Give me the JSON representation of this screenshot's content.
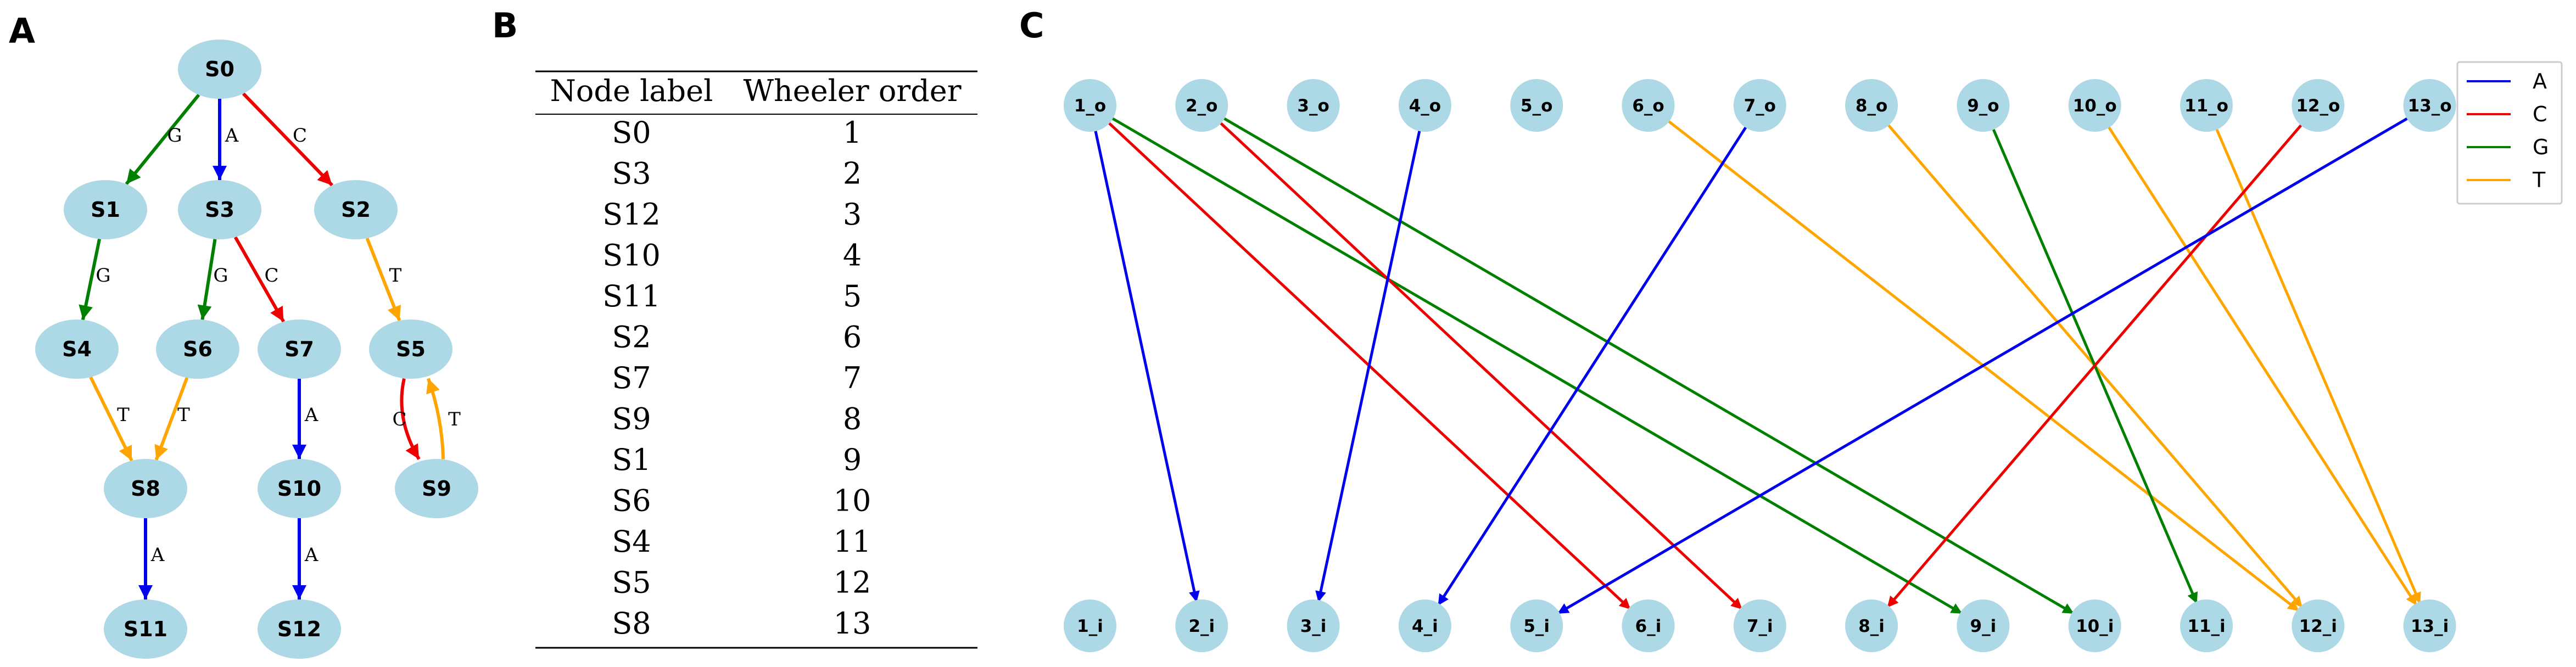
{
  "panels": {
    "a": "A",
    "b": "B",
    "c": "C"
  },
  "colors": {
    "A": "#0000ee",
    "C": "#ee0000",
    "G": "#008000",
    "T": "#ffa500",
    "node_fill": "#add8e6"
  },
  "tree": {
    "nodes": [
      "S0",
      "S1",
      "S3",
      "S2",
      "S4",
      "S6",
      "S7",
      "S5",
      "S8",
      "S10",
      "S9",
      "S11",
      "S12"
    ],
    "edges": [
      {
        "from": "S0",
        "to": "S1",
        "label": "G"
      },
      {
        "from": "S0",
        "to": "S3",
        "label": "A"
      },
      {
        "from": "S0",
        "to": "S2",
        "label": "C"
      },
      {
        "from": "S1",
        "to": "S4",
        "label": "G"
      },
      {
        "from": "S3",
        "to": "S6",
        "label": "G"
      },
      {
        "from": "S3",
        "to": "S7",
        "label": "C"
      },
      {
        "from": "S2",
        "to": "S5",
        "label": "T"
      },
      {
        "from": "S4",
        "to": "S8",
        "label": "T"
      },
      {
        "from": "S6",
        "to": "S8",
        "label": "T"
      },
      {
        "from": "S7",
        "to": "S10",
        "label": "A"
      },
      {
        "from": "S5",
        "to": "S9",
        "label": "C"
      },
      {
        "from": "S9",
        "to": "S5",
        "label": "T"
      },
      {
        "from": "S8",
        "to": "S11",
        "label": "A"
      },
      {
        "from": "S10",
        "to": "S12",
        "label": "A"
      }
    ]
  },
  "table": {
    "headers": [
      "Node label",
      "Wheeler order"
    ],
    "rows": [
      [
        "S0",
        "1"
      ],
      [
        "S3",
        "2"
      ],
      [
        "S12",
        "3"
      ],
      [
        "S10",
        "4"
      ],
      [
        "S11",
        "5"
      ],
      [
        "S2",
        "6"
      ],
      [
        "S7",
        "7"
      ],
      [
        "S9",
        "8"
      ],
      [
        "S1",
        "9"
      ],
      [
        "S6",
        "10"
      ],
      [
        "S4",
        "11"
      ],
      [
        "S5",
        "12"
      ],
      [
        "S8",
        "13"
      ]
    ]
  },
  "bipartite": {
    "top_nodes": [
      "1_o",
      "2_o",
      "3_o",
      "4_o",
      "5_o",
      "6_o",
      "7_o",
      "8_o",
      "9_o",
      "10_o",
      "11_o",
      "12_o",
      "13_o"
    ],
    "bottom_nodes": [
      "1_i",
      "2_i",
      "3_i",
      "4_i",
      "5_i",
      "6_i",
      "7_i",
      "8_i",
      "9_i",
      "10_i",
      "11_i",
      "12_i",
      "13_i"
    ],
    "edges": [
      {
        "from": 1,
        "to": 2,
        "label": "A"
      },
      {
        "from": 1,
        "to": 6,
        "label": "C"
      },
      {
        "from": 1,
        "to": 9,
        "label": "G"
      },
      {
        "from": 2,
        "to": 7,
        "label": "C"
      },
      {
        "from": 2,
        "to": 10,
        "label": "G"
      },
      {
        "from": 4,
        "to": 3,
        "label": "A"
      },
      {
        "from": 6,
        "to": 12,
        "label": "T"
      },
      {
        "from": 7,
        "to": 4,
        "label": "A"
      },
      {
        "from": 8,
        "to": 12,
        "label": "T"
      },
      {
        "from": 9,
        "to": 11,
        "label": "G"
      },
      {
        "from": 10,
        "to": 13,
        "label": "T"
      },
      {
        "from": 11,
        "to": 13,
        "label": "T"
      },
      {
        "from": 12,
        "to": 8,
        "label": "C"
      },
      {
        "from": 13,
        "to": 5,
        "label": "A"
      }
    ],
    "legend": [
      "A",
      "C",
      "G",
      "T"
    ]
  }
}
